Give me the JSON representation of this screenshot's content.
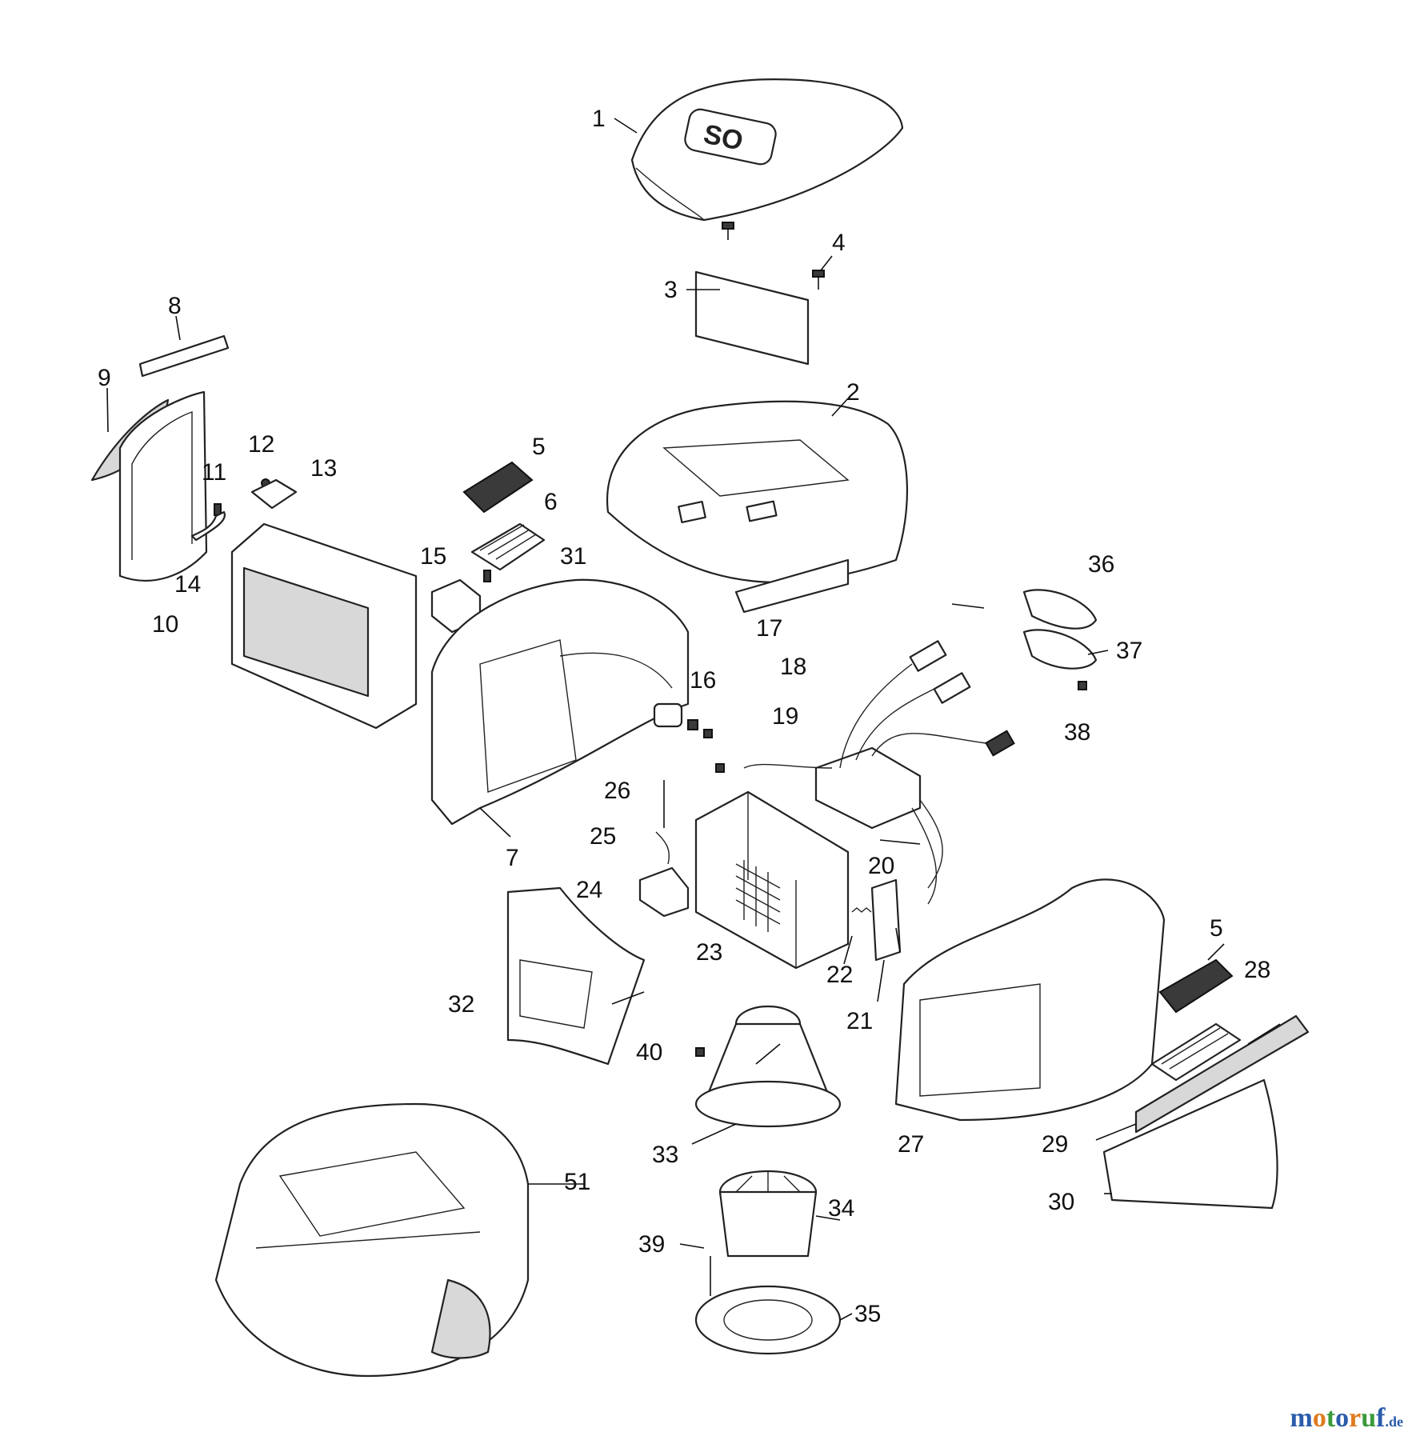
{
  "callouts": [
    "1",
    "2",
    "3",
    "4",
    "5",
    "6",
    "7",
    "8",
    "9",
    "10",
    "11",
    "12",
    "13",
    "14",
    "15",
    "16",
    "17",
    "18",
    "19",
    "20",
    "21",
    "22",
    "23",
    "24",
    "25",
    "26",
    "27",
    "28",
    "29",
    "30",
    "31",
    "32",
    "33",
    "34",
    "35",
    "36",
    "37",
    "38",
    "39",
    "40",
    "51"
  ],
  "callout_5_repeat": "5",
  "watermark": {
    "name": "motoruf",
    "suffix": ".de",
    "colors": [
      "#2a5caa",
      "#e07a1f",
      "#3a9a3a"
    ]
  },
  "colors": {
    "line": "#222222",
    "fill": "#ffffff",
    "shade": "#d8d8d8",
    "dark": "#3a3a3a"
  }
}
